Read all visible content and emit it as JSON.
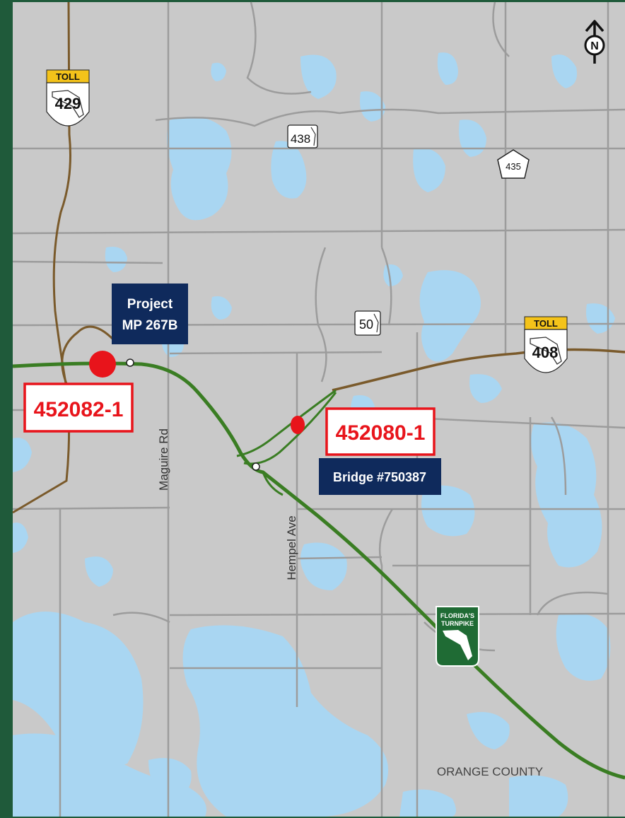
{
  "colors": {
    "land": "#c9c9c9",
    "water": "#a9d6f2",
    "local_road": "#9c9c9c",
    "turnpike": "#3a7d23",
    "toll_road": "#7a5a2b",
    "frame": "#1f5a3a",
    "project_red": "#e8141b",
    "navy_label": "#0f2a5c",
    "toll_yellow": "#f4c31a"
  },
  "compass": {
    "letter": "N"
  },
  "shields": {
    "sr429": {
      "banner": "TOLL",
      "number": "429"
    },
    "sr408": {
      "banner": "TOLL",
      "number": "408"
    },
    "sr438": {
      "number": "438"
    },
    "sr50": {
      "number": "50"
    },
    "cr435": {
      "number": "435"
    },
    "turnpike": {
      "line1": "FLORIDA'S",
      "line2": "TURNPIKE"
    }
  },
  "labels": {
    "project_mp": {
      "line1": "Project",
      "line2": "MP 267B"
    },
    "bridge": "Bridge #750387",
    "project_452082": "452082-1",
    "project_452080": "452080-1"
  },
  "roads": {
    "maguire": "Maguire Rd",
    "hempel": "Hempel Ave"
  },
  "region": "ORANGE COUNTY"
}
